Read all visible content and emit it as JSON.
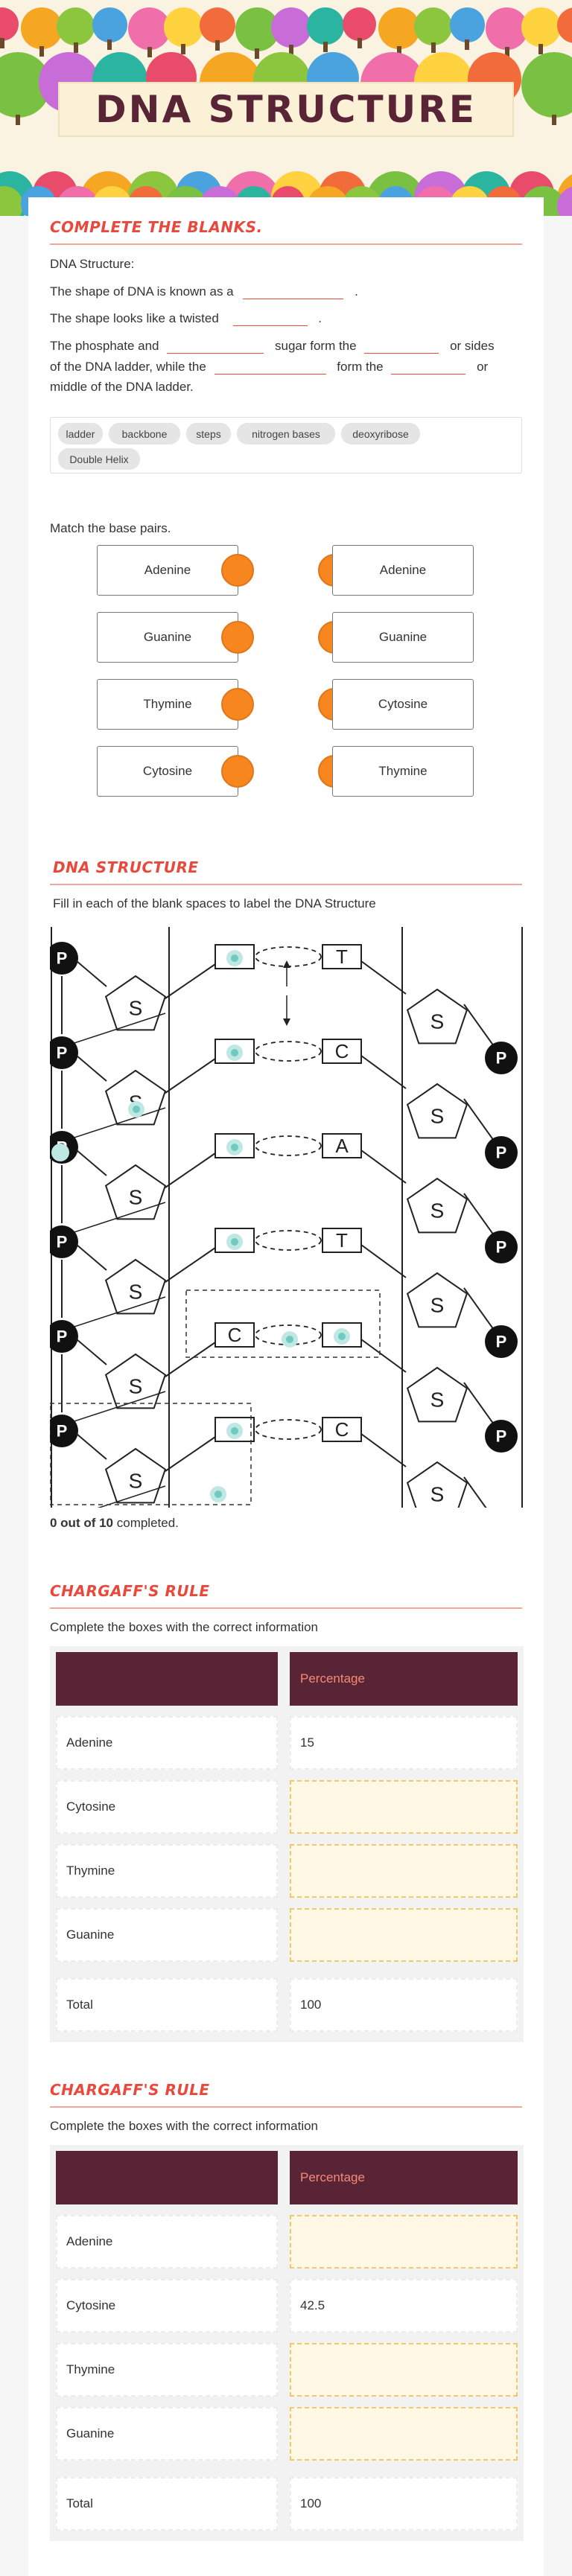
{
  "banner": {
    "title": "DNA STRUCTURE"
  },
  "section1": {
    "title": "COMPLETE THE BLANKS.",
    "heading": "DNA Structure:",
    "line1_prefix": "The shape of DNA is known as a",
    "line1_suffix": ".",
    "line2_prefix": "The shape looks like a twisted",
    "line2_suffix": ".",
    "line3_a": "The phosphate and",
    "line3_b": "sugar form the",
    "line3_c": "or sides",
    "line4_a": "of the DNA ladder, while the",
    "line4_b": "form the",
    "line4_c": "or",
    "line5": "middle of the DNA ladder.",
    "word_bank": [
      "ladder",
      "backbone",
      "steps",
      "nitrogen bases",
      "deoxyribose",
      "Double Helix"
    ]
  },
  "matching": {
    "instruction": "Match the base pairs.",
    "left": [
      "Adenine",
      "Guanine",
      "Thymine",
      "Cytosine"
    ],
    "right": [
      "Adenine",
      "Guanine",
      "Cytosine",
      "Thymine"
    ]
  },
  "section2": {
    "title": "DNA STRUCTURE",
    "instruction": "Fill in each of the blank spaces to label the DNA Structure",
    "labels": {
      "phosphate": "P",
      "sugar": "S",
      "bases_right": [
        "T",
        "C",
        "A",
        "T",
        "C"
      ],
      "base_left_boxed": "C",
      "base_right_boxed": "C"
    },
    "progress_bold": "0 out of 10",
    "progress_rest": " completed."
  },
  "chargaff1": {
    "title": "CHARGAFF'S RULE",
    "instruction": "Complete the boxes with the correct information",
    "header": [
      "",
      "Percentage"
    ],
    "rows": [
      [
        "Adenine",
        "15"
      ],
      [
        "Cytosine",
        ""
      ],
      [
        "Thymine",
        ""
      ],
      [
        "Guanine",
        ""
      ],
      [
        "Total",
        "100"
      ]
    ]
  },
  "chargaff2": {
    "title": "CHARGAFF'S RULE",
    "instruction": "Complete the boxes with the correct information",
    "header": [
      "",
      "Percentage"
    ],
    "rows": [
      [
        "Adenine",
        ""
      ],
      [
        "Cytosine",
        "42.5"
      ],
      [
        "Thymine",
        ""
      ],
      [
        "Guanine",
        ""
      ],
      [
        "Total",
        "100"
      ]
    ]
  },
  "colors": {
    "accent": "#e8493c",
    "maroon": "#5a2437",
    "orange": "#f7861f",
    "teal": "#7fcfc8"
  }
}
